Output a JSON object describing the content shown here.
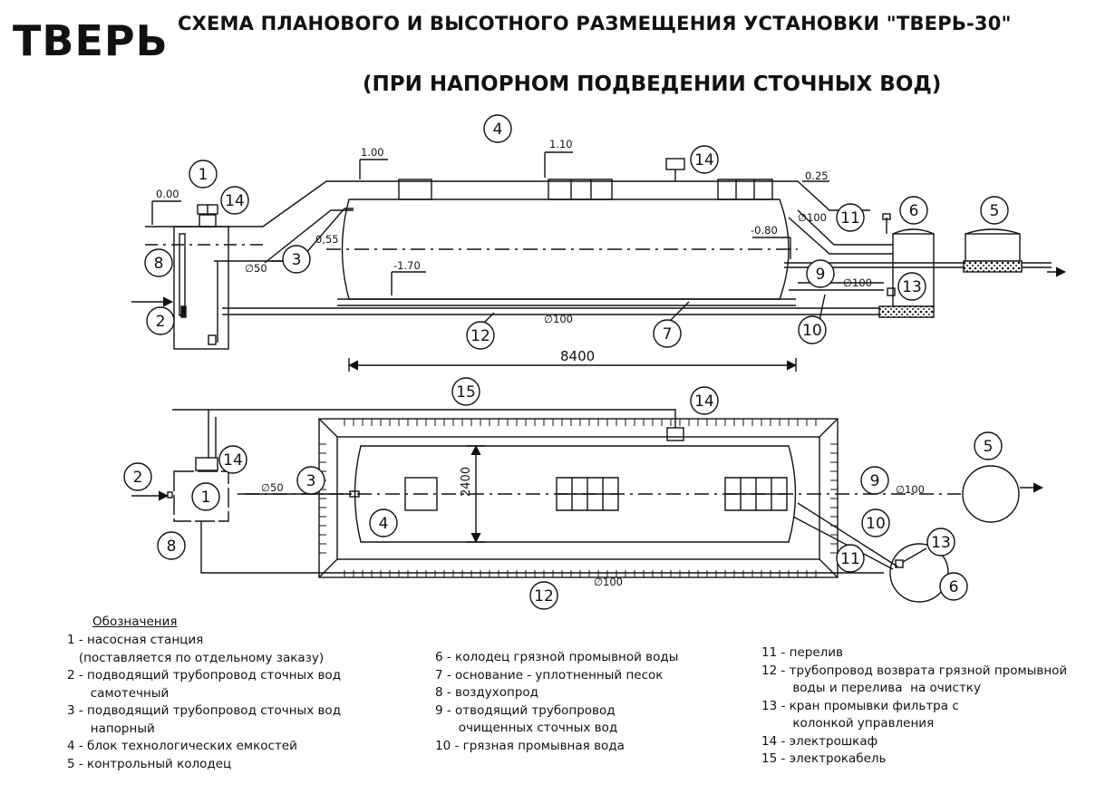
{
  "brand": "ТВЕРЬ",
  "title_line1": "СХЕМА ПЛАНОВОГО И ВЫСОТНОГО РАЗМЕЩЕНИЯ УСТАНОВКИ  \"ТВЕРЬ-30\"",
  "title_line2": "(ПРИ НАПОРНОМ  ПОДВЕДЕНИИ СТОЧНЫХ ВОД)",
  "elevations": {
    "ground_left": "0.00",
    "ground_mid": "1.00",
    "ground_top": "1.10",
    "ground_right": "0.25",
    "inlet": "0,55",
    "outlet": "-0.80",
    "bottom": "-1.70"
  },
  "dimensions": {
    "length": "8400",
    "width": "2400"
  },
  "pipe_labels": {
    "d50": "∅50",
    "d100": "∅100"
  },
  "callouts": [
    "1",
    "2",
    "3",
    "4",
    "5",
    "6",
    "7",
    "8",
    "9",
    "10",
    "11",
    "12",
    "13",
    "14",
    "15"
  ],
  "legend": {
    "heading": "Обозначения",
    "col1": [
      "1 - насосная станция",
      "   (поставляется по отдельному заказу)",
      "2 - подводящий трубопровод сточных вод",
      "      самотечный",
      "3 - подводящий трубопровод сточных вод",
      "      напорный",
      "4 - блок технологических емкостей",
      "5 - контрольный колодец"
    ],
    "col2": [
      "6 - колодец грязной промывной воды",
      "7 - основание - уплотненный песок",
      "8 - воздухопрод",
      "9 - отводящий трубопровод",
      "      очищенных сточных вод",
      "10 - грязная промывная вода"
    ],
    "col3": [
      "11 - перелив",
      "12 - трубопровод возврата грязной промывной",
      "        воды и перелива  на очистку",
      "13 - кран промывки фильтра с",
      "        колонкой управления",
      "14 - электрошкаф",
      "15 - электрокабель"
    ]
  },
  "colors": {
    "line": "#111111",
    "background": "#ffffff"
  }
}
